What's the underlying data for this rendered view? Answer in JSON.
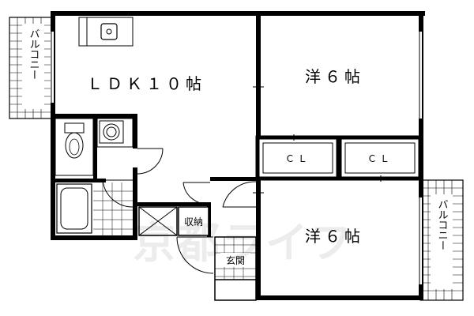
{
  "rooms": {
    "ldk": "ＬＤＫ１０帖",
    "western_top": "洋６帖",
    "western_bottom": "洋６帖",
    "closet_left": "ＣＬ",
    "closet_right": "ＣＬ",
    "storage": "収納",
    "entrance": "玄関",
    "balcony_left": "バルコニー",
    "balcony_right": "バルコニー"
  },
  "watermark": "京都ライフ",
  "icons": [
    "sink-icon",
    "toilet-icon",
    "washbasin-icon",
    "bathtub-icon",
    "door-swing-icon"
  ]
}
